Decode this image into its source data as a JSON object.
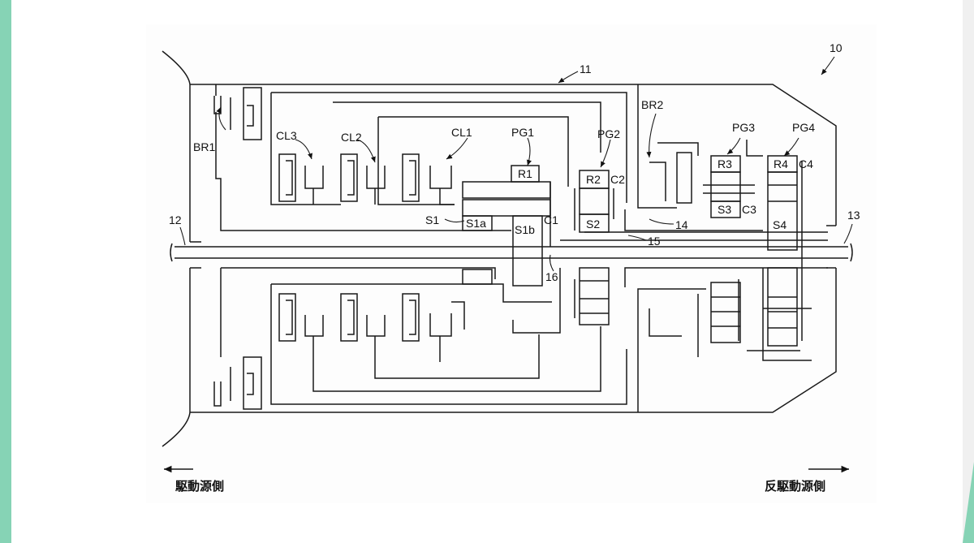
{
  "diagram": {
    "labels": {
      "ref_10": "10",
      "ref_11": "11",
      "ref_12": "12",
      "ref_13": "13",
      "ref_14": "14",
      "ref_15": "15",
      "ref_16": "16",
      "br1": "BR1",
      "br2": "BR2",
      "cl1": "CL1",
      "cl2": "CL2",
      "cl3": "CL3",
      "pg1": "PG1",
      "pg2": "PG2",
      "pg3": "PG3",
      "pg4": "PG4",
      "r1": "R1",
      "r2": "R2",
      "r3": "R3",
      "r4": "R4",
      "s1": "S1",
      "s1a": "S1a",
      "s1b": "S1b",
      "s2": "S2",
      "s3": "S3",
      "s4": "S4",
      "c1": "C1",
      "c2": "C2",
      "c3": "C3",
      "c4": "C4"
    },
    "directions": {
      "left": "駆動源側",
      "right": "反駆動源側"
    }
  }
}
